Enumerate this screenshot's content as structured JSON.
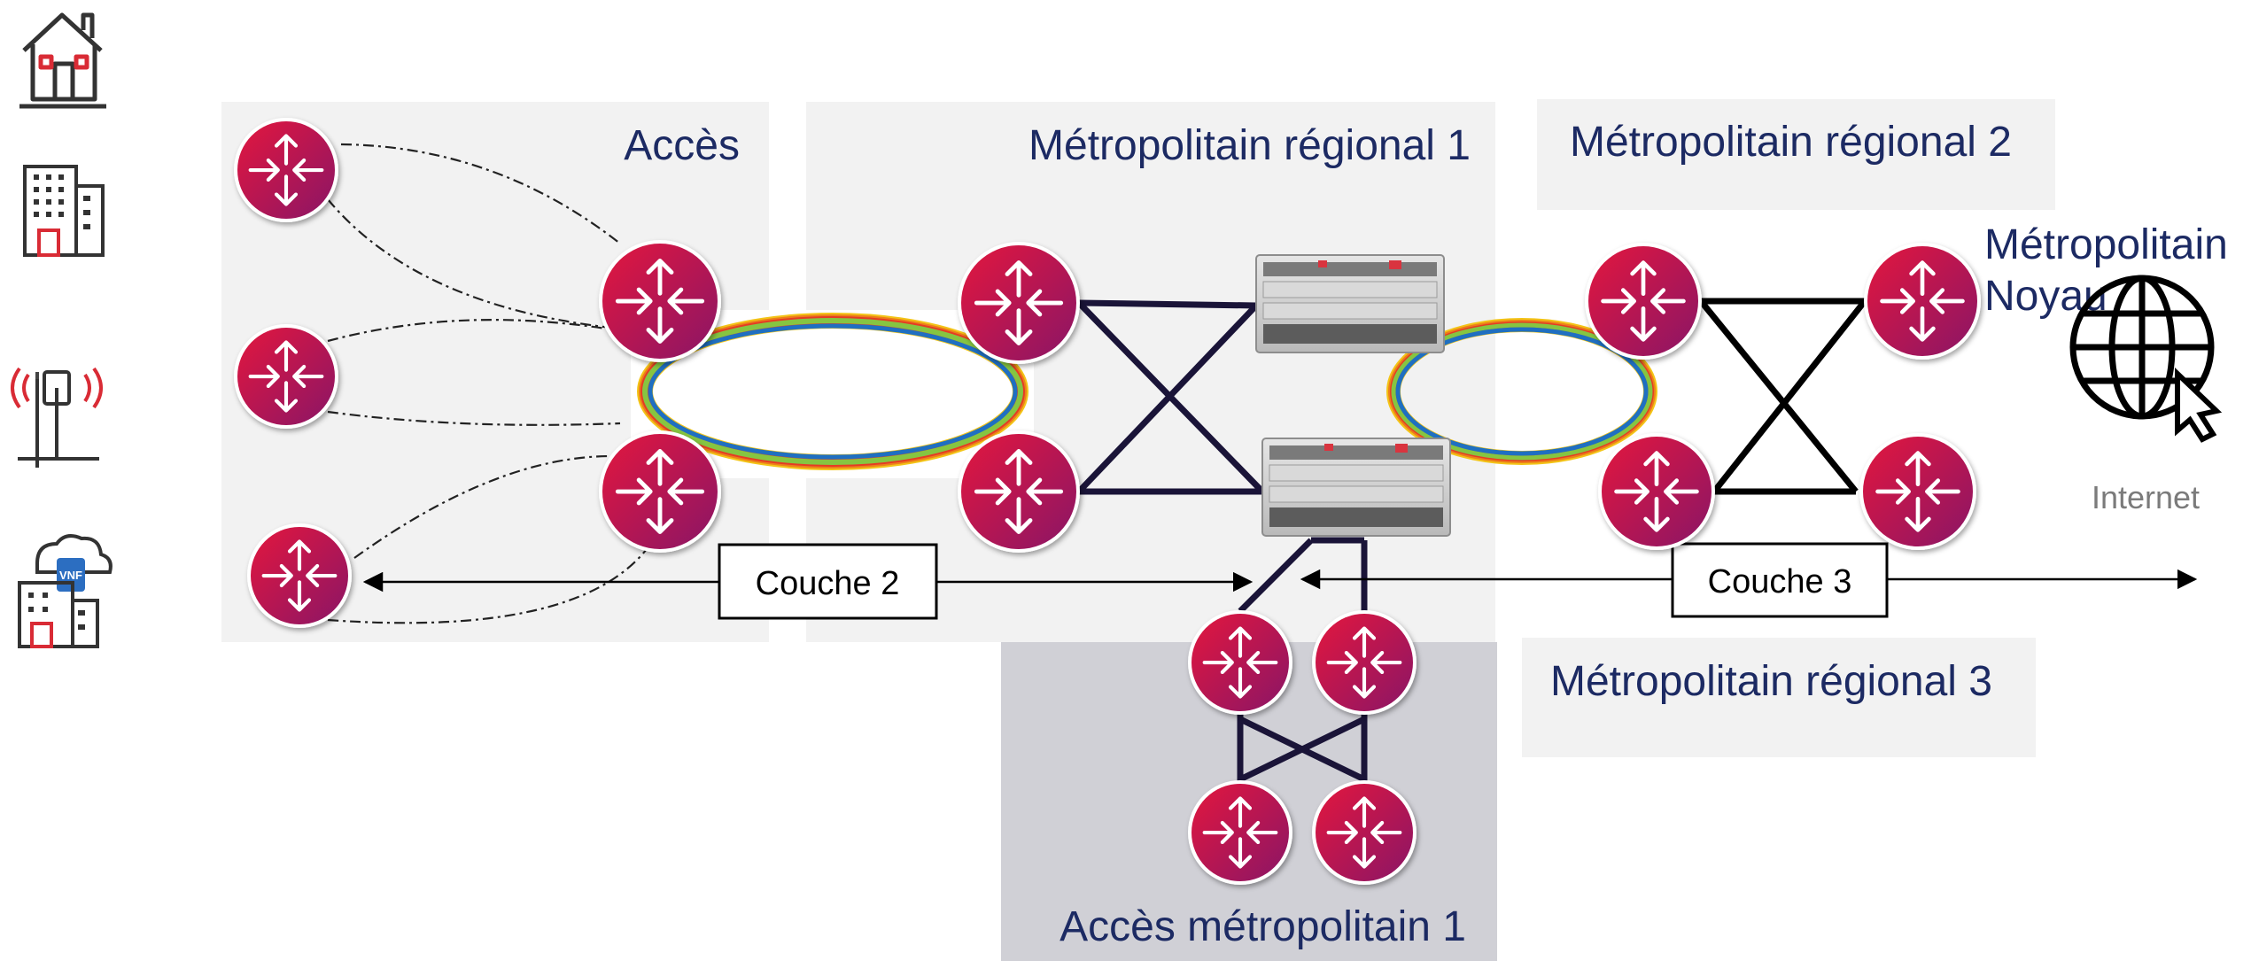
{
  "zones": {
    "acces": "Accès",
    "metro_regional_1": "Métropolitain régional 1",
    "metro_regional_2": "Métropolitain régional 2",
    "metro_regional_3": "Métropolitain régional 3",
    "metro_noyau_line1": "Métropolitain",
    "metro_noyau_line2": "Noyau",
    "acces_metro_1": "Accès métropolitain 1"
  },
  "layers": {
    "couche2": "Couche 2",
    "couche3": "Couche 3"
  },
  "internet": {
    "label": "Internet"
  },
  "endpoint_icons": [
    "house-icon",
    "office-building-icon",
    "cell-tower-icon",
    "vnf-cloud-building-icon"
  ],
  "colors": {
    "router_red": "#e3173e",
    "router_purple": "#8a1566",
    "zone_light": "#f2f2f2",
    "zone_dark": "#d0d0d6",
    "label_navy": "#1c2a63"
  }
}
